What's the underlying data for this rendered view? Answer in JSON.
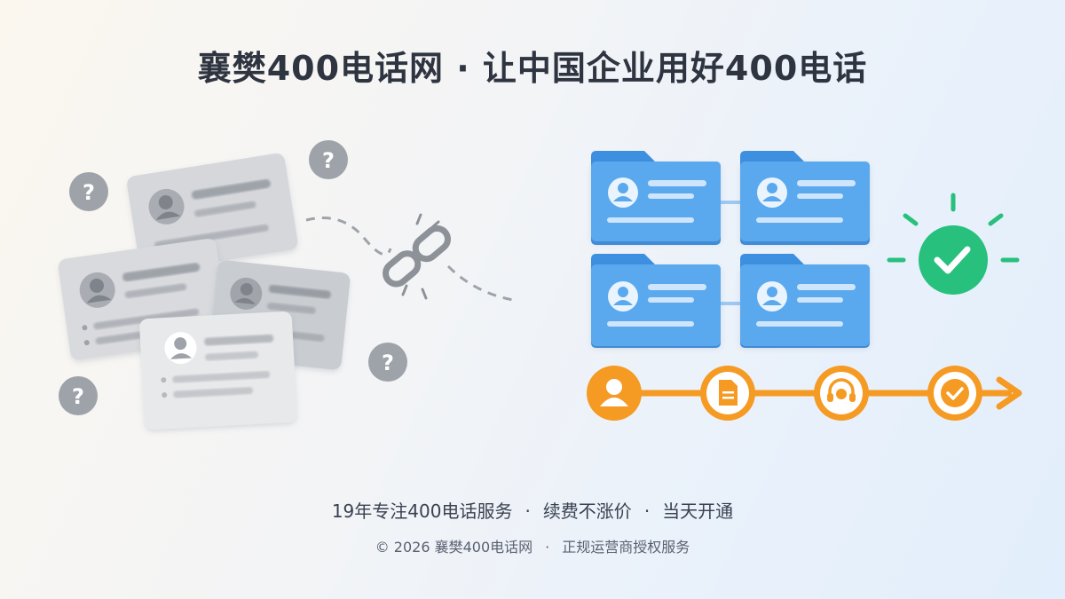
{
  "header": {
    "title": "襄樊400电话网 · 让中国企业用好400电话"
  },
  "left_panel": {
    "question_glyph": "?",
    "icons": [
      "question-mark-icon",
      "broken-link-icon",
      "contact-card-icon"
    ]
  },
  "right_panel": {
    "icons": [
      "folder-icon",
      "check-circle-icon",
      "user-icon",
      "document-icon",
      "headset-icon",
      "check-icon",
      "arrow-right-icon"
    ],
    "colors": {
      "folder": "#5aa9ee",
      "folder_tab": "#3d8fe0",
      "check": "#27c07d",
      "flow": "#f59a22"
    }
  },
  "tagline": {
    "item1": "19年专注400电话服务",
    "item2": "续费不涨价",
    "item3": "当天开通",
    "separator": "·"
  },
  "footer": {
    "copyright": "© 2026 襄樊400电话网",
    "separator": "·",
    "authorization": "正规运营商授权服务"
  }
}
